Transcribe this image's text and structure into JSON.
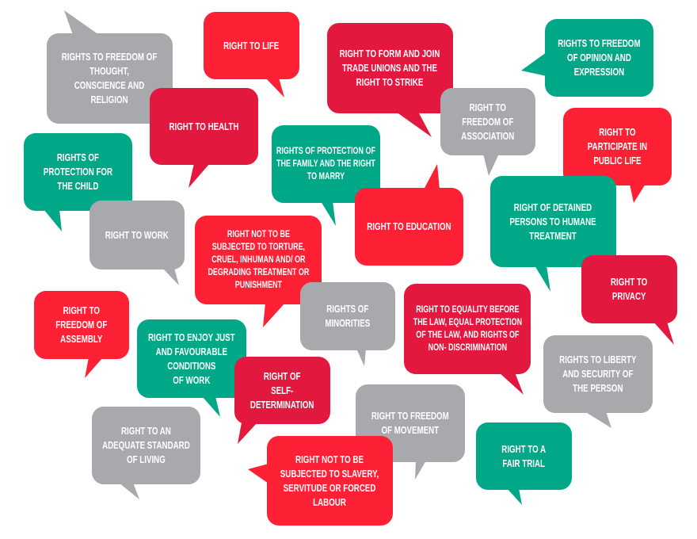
{
  "colors": {
    "gray": "#a7a9ac",
    "red": "#fe2035",
    "crimson": "#e2183e",
    "green": "#00a887"
  },
  "bubbles": [
    {
      "color": "gray",
      "lines": [
        "RIGHTS TO FREEDOM OF",
        "THOUGHT,",
        "CONSCIENCE AND",
        "RELIGION"
      ]
    },
    {
      "color": "red",
      "lines": [
        "RIGHT TO LIFE"
      ]
    },
    {
      "color": "crimson",
      "lines": [
        "RIGHT TO FORM AND JOIN",
        "TRADE UNIONS AND THE",
        "RIGHT TO STRIKE"
      ]
    },
    {
      "color": "green",
      "lines": [
        "RIGHTS TO FREEDOM",
        "OF OPINION AND",
        "EXPRESSION"
      ]
    },
    {
      "color": "crimson",
      "lines": [
        "RIGHT TO HEALTH"
      ]
    },
    {
      "color": "gray",
      "lines": [
        "RIGHT TO",
        "FREEDOM OF",
        "ASSOCIATION"
      ]
    },
    {
      "color": "red",
      "lines": [
        "RIGHT TO",
        "PARTICIPATE IN",
        "PUBLIC LIFE"
      ]
    },
    {
      "color": "green",
      "lines": [
        "RIGHTS OF",
        "PROTECTION FOR",
        "THE CHILD"
      ]
    },
    {
      "color": "green",
      "lines": [
        "RIGHTS OF PROTECTION OF",
        "THE FAMILY AND THE RIGHT",
        "TO MARRY"
      ]
    },
    {
      "color": "red",
      "lines": [
        "RIGHT TO EDUCATION"
      ]
    },
    {
      "color": "green",
      "lines": [
        "RIGHT OF DETAINED",
        "PERSONS TO HUMANE",
        "TREATMENT"
      ]
    },
    {
      "color": "gray",
      "lines": [
        "RIGHT TO WORK"
      ]
    },
    {
      "color": "red",
      "lines": [
        "RIGHT NOT TO BE",
        "SUBJECTED TO TORTURE,",
        "CRUEL, INHUMAN AND/ OR",
        "DEGRADING TREATMENT OR",
        "PUNISHMENT"
      ]
    },
    {
      "color": "crimson",
      "lines": [
        "RIGHT TO",
        "PRIVACY"
      ]
    },
    {
      "color": "gray",
      "lines": [
        "RIGHTS OF",
        "MINORITIES"
      ]
    },
    {
      "color": "red",
      "lines": [
        "RIGHT TO",
        "FREEDOM OF",
        "ASSEMBLY"
      ]
    },
    {
      "color": "crimson",
      "lines": [
        "RIGHT TO EQUALITY BEFORE",
        "THE LAW, EQUAL PROTECTION",
        "OF THE LAW, AND RIGHTS OF",
        "NON- DISCRIMINATION"
      ]
    },
    {
      "color": "gray",
      "lines": [
        "RIGHTS TO LIBERTY",
        "AND SECURITY OF",
        "THE PERSON"
      ]
    },
    {
      "color": "green",
      "lines": [
        "RIGHT TO ENJOY JUST",
        "AND FAVOURABLE",
        "CONDITIONS",
        "OF WORK"
      ]
    },
    {
      "color": "crimson",
      "lines": [
        "RIGHT OF",
        "SELF-",
        "DETERMINATION"
      ]
    },
    {
      "color": "gray",
      "lines": [
        "RIGHT TO FREEDOM",
        "OF MOVEMENT"
      ]
    },
    {
      "color": "green",
      "lines": [
        "RIGHT TO A",
        "FAIR TRIAL"
      ]
    },
    {
      "color": "gray",
      "lines": [
        "RIGHT TO AN",
        "ADEQUATE STANDARD",
        "OF LIVING"
      ]
    },
    {
      "color": "red",
      "lines": [
        "RIGHT NOT TO BE",
        "SUBJECTED TO SLAVERY,",
        "SERVITUDE OR FORCED",
        "LABOUR"
      ]
    }
  ]
}
